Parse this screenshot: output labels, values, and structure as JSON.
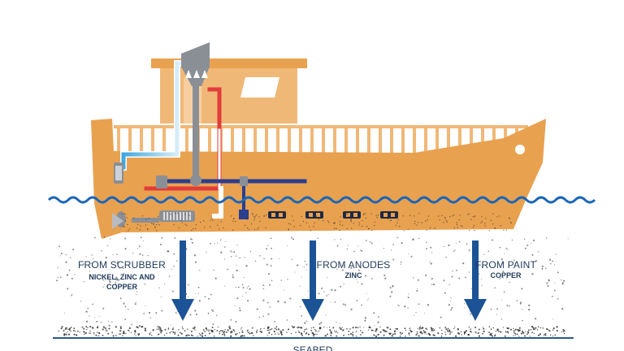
{
  "labels": {
    "scrubber_title": "FROM SCRUBBER",
    "scrubber_detail": "NICKEL, ZINC AND COPPER",
    "anodes_title": "FROM ANODES",
    "anodes_detail": "ZINC",
    "paint_title": "FROM PAINT",
    "paint_detail": "COPPER",
    "seabed": "SEABED"
  },
  "colors": {
    "hull": "#e8a14f",
    "cabin": "#f0b877",
    "water": "#1c66b8",
    "arrow": "#1b5396",
    "exhaust_pipe": "#e23b3b",
    "cold_pipe": "#3fa7df",
    "funnel": "#8a8f96",
    "seabed_line": "#2a5a8a"
  },
  "icons": [
    "funnel-icon",
    "scrubber-unit-icon",
    "propeller-icon",
    "anode-icon"
  ]
}
